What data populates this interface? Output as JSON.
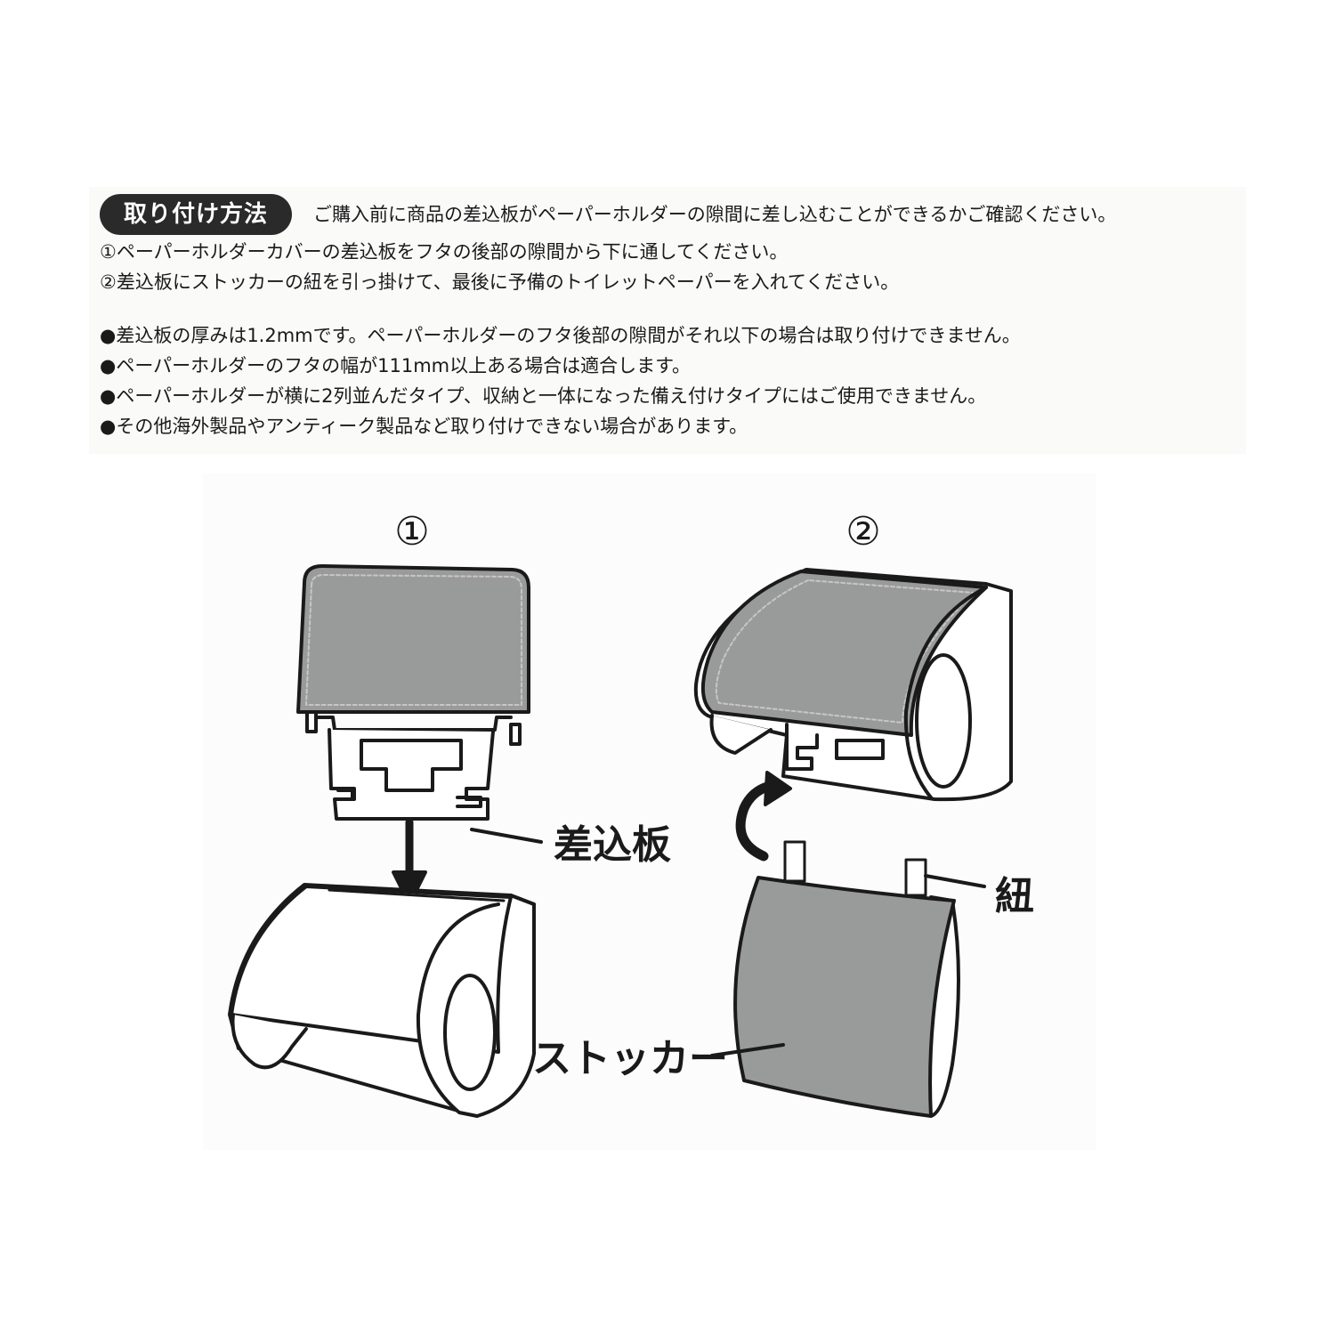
{
  "instructions": {
    "title": "取り付け方法",
    "lead": "ご購入前に商品の差込板がペーパーホルダーの隙間に差し込むことができるかご確認ください。",
    "steps": [
      "①ペーパーホルダーカバーの差込板をフタの後部の隙間から下に通してください。",
      "②差込板にストッカーの紐を引っ掛けて、最後に予備のトイレットペーパーを入れてください。"
    ],
    "notes": [
      "●差込板の厚みは1.2mmです。ペーパーホルダーのフタ後部の隙間がそれ以下の場合は取り付けできません。",
      "●ペーパーホルダーのフタの幅が111mm以上ある場合は適合します。",
      "●ペーパーホルダーが横に2列並んだタイプ、収納と一体になった備え付けタイプにはご使用できません。",
      "●その他海外製品やアンティーク製品など取り付けできない場合があります。"
    ]
  },
  "diagram": {
    "step1_label": "①",
    "step2_label": "②",
    "insert_plate_label": "差込板",
    "string_label": "紐",
    "stocker_label": "ストッカー",
    "colors": {
      "cover_gray": "#999b9a",
      "outline": "#1a1a1a",
      "stitch": "#c9c4c8",
      "background": "#ffffff"
    }
  }
}
